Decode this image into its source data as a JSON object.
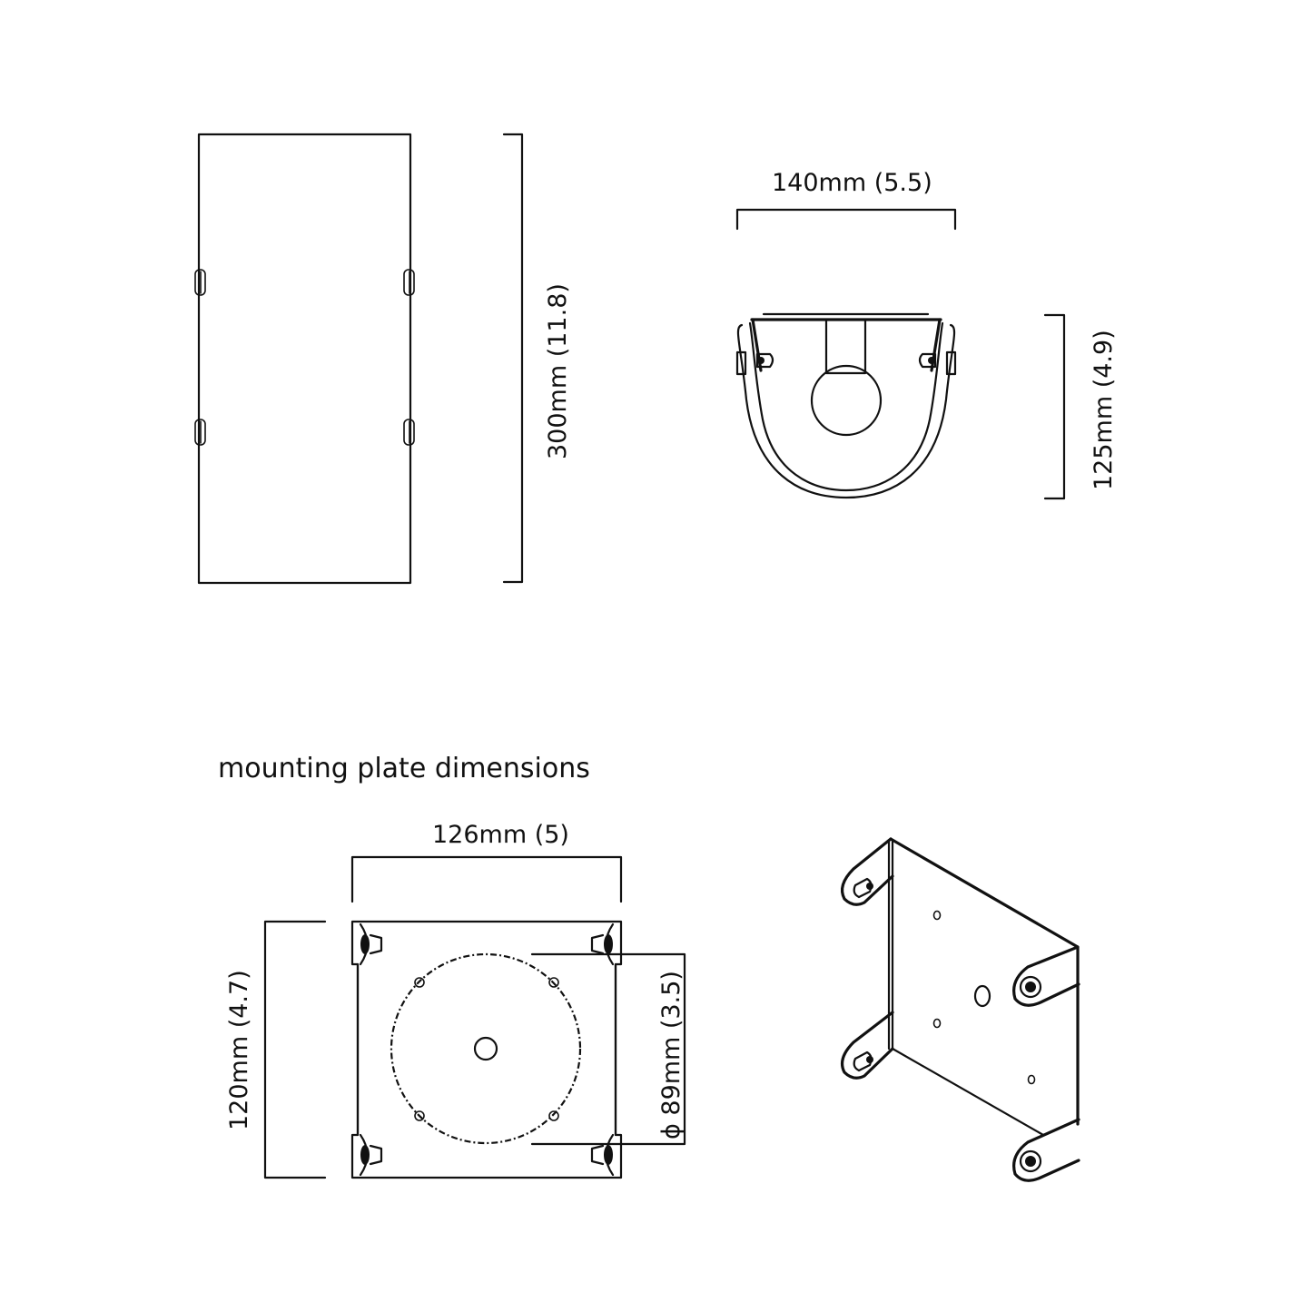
{
  "section_title": "mounting plate dimensions",
  "views": {
    "side_view": {
      "dimension_height": "300mm (11.8)"
    },
    "top_view": {
      "dimension_width": "140mm (5.5)",
      "dimension_height": "125mm (4.9)"
    },
    "mounting_plate_front": {
      "dimension_width": "126mm (5)",
      "dimension_height": "120mm (4.7)",
      "dimension_diameter": "ϕ 89mm (3.5)"
    },
    "mounting_plate_isometric": {}
  },
  "colors": {
    "line": "#111111",
    "background": "#ffffff"
  }
}
